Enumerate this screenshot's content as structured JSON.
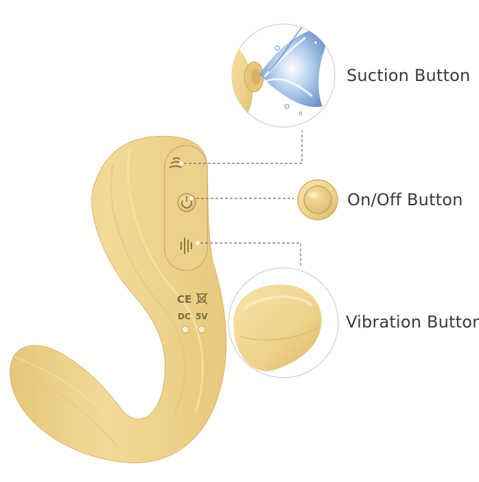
{
  "labels": {
    "suction": "Suction Button",
    "onoff": "On/Off Button",
    "vibration": "Vibration Button"
  },
  "device_markings": {
    "ce": "CE",
    "dc": "DC",
    "voltage": "5V"
  },
  "colors": {
    "body": "#f0d58e",
    "body_shadow": "#d9b96a",
    "body_highlight": "#f8e6b2",
    "leader_line": "#6b6b6b",
    "circle_border": "#d8d8d8",
    "label_text": "#3a3a3a",
    "water": "#7fa9d8"
  },
  "icons": [
    "suction-icon",
    "power-icon",
    "vibration-icon",
    "recycle-bin-icon"
  ]
}
